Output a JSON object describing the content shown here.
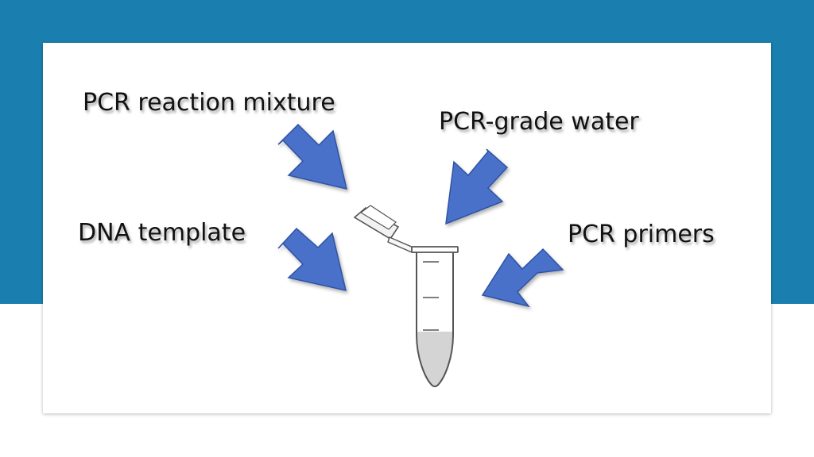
{
  "labels": {
    "reaction_mixture": "PCR reaction mixture",
    "water": "PCR-grade water",
    "dna_template": "DNA template",
    "primers": "PCR primers"
  },
  "colors": {
    "banner": "#1a7fae",
    "arrow_fill": "#4a71c9",
    "arrow_stroke": "#2f53a3",
    "tube_outline": "#555555",
    "liquid": "#d4d4d4"
  },
  "icons": {
    "arrows": "block-arrow",
    "tube": "microcentrifuge-tube"
  }
}
